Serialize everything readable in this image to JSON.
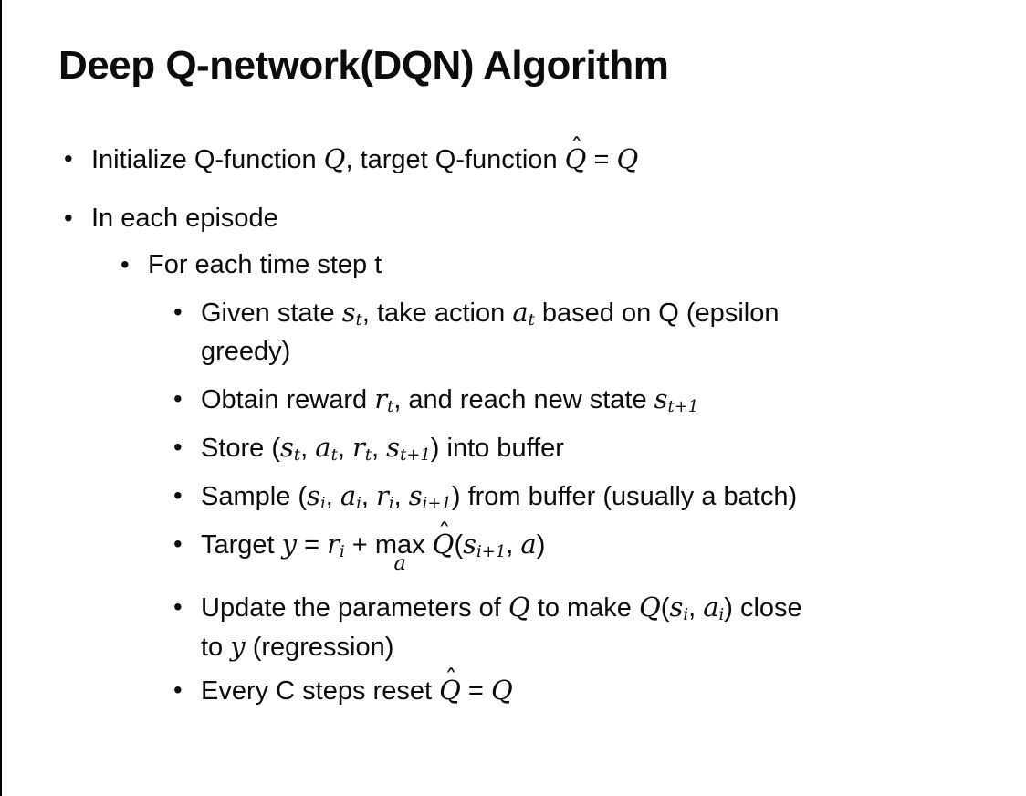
{
  "colors": {
    "background": "#ffffff",
    "text": "#0c0c0c",
    "border": "#000000"
  },
  "slide": {
    "title": "Deep Q-network(DQN) Algorithm",
    "bullet_glyph": "•",
    "hat_glyph": "ˆ",
    "max_label": "max",
    "bullets": [
      {
        "level": 1,
        "segments": [
          {
            "t": "Initialize Q-function "
          },
          {
            "m": "Q"
          },
          {
            "t": ", target Q-function "
          },
          {
            "hat": "Q"
          },
          {
            "t": " = "
          },
          {
            "m": "Q"
          }
        ]
      },
      {
        "level": 1,
        "segments": [
          {
            "t": "In each episode"
          }
        ]
      },
      {
        "level": 2,
        "segments": [
          {
            "t": "For each time step t"
          }
        ]
      },
      {
        "level": 3,
        "segments": [
          {
            "t": "Given state "
          },
          {
            "ms": [
              "s",
              "t"
            ]
          },
          {
            "t": ", take action "
          },
          {
            "ms": [
              "a",
              "t"
            ]
          },
          {
            "t": " based on Q (epsilon"
          },
          {
            "br": true
          },
          {
            "t": "greedy)"
          }
        ]
      },
      {
        "level": 3,
        "segments": [
          {
            "t": "Obtain reward "
          },
          {
            "ms": [
              "r",
              "t"
            ]
          },
          {
            "t": ", and reach new state "
          },
          {
            "ms": [
              "s",
              "t+1"
            ]
          }
        ]
      },
      {
        "level": 3,
        "segments": [
          {
            "t": "Store ("
          },
          {
            "ms": [
              "s",
              "t"
            ]
          },
          {
            "t": ", "
          },
          {
            "ms": [
              "a",
              "t"
            ]
          },
          {
            "t": ", "
          },
          {
            "ms": [
              "r",
              "t"
            ]
          },
          {
            "t": ", "
          },
          {
            "ms": [
              "s",
              "t+1"
            ]
          },
          {
            "t": ") into buffer"
          }
        ]
      },
      {
        "level": 3,
        "segments": [
          {
            "t": "Sample ("
          },
          {
            "ms": [
              "s",
              "i"
            ]
          },
          {
            "t": ", "
          },
          {
            "ms": [
              "a",
              "i"
            ]
          },
          {
            "t": ", "
          },
          {
            "ms": [
              "r",
              "i"
            ]
          },
          {
            "t": ", "
          },
          {
            "ms": [
              "s",
              "i+1"
            ]
          },
          {
            "t": ") from buffer (usually a batch)"
          }
        ]
      },
      {
        "level": 3,
        "segments": [
          {
            "t": "Target "
          },
          {
            "m": "y"
          },
          {
            "t": " = "
          },
          {
            "ms": [
              "r",
              "i"
            ]
          },
          {
            "t": " + "
          },
          {
            "maxu": "a"
          },
          {
            "t": " "
          },
          {
            "hat": "Q"
          },
          {
            "t": "("
          },
          {
            "ms": [
              "s",
              "i+1"
            ]
          },
          {
            "t": ", "
          },
          {
            "m": "a"
          },
          {
            "t": ")"
          }
        ]
      },
      {
        "level": 3,
        "segments": [
          {
            "t": "Update the parameters of "
          },
          {
            "m": "Q"
          },
          {
            "t": " to make "
          },
          {
            "m": "Q"
          },
          {
            "t": "("
          },
          {
            "ms": [
              "s",
              "i"
            ]
          },
          {
            "t": ", "
          },
          {
            "ms": [
              "a",
              "i"
            ]
          },
          {
            "t": ") close"
          },
          {
            "br": true
          },
          {
            "t": "to "
          },
          {
            "m": "y"
          },
          {
            "t": " (regression)"
          }
        ]
      },
      {
        "level": 3,
        "segments": [
          {
            "t": "Every C steps reset "
          },
          {
            "hat": "Q"
          },
          {
            "t": " = "
          },
          {
            "m": "Q"
          }
        ]
      }
    ]
  }
}
